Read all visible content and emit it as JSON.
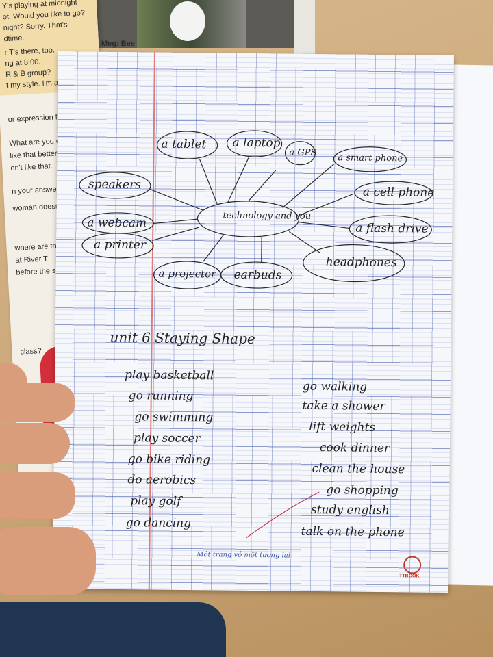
{
  "textbook": {
    "lines": [
      "Y's playing at midnight",
      "ot. Would you like to go?",
      "night? Sorry. That's",
      "dtime.",
      "r T's there, too.",
      "ng at 8:00.",
      "R & B group?",
      "t my style. I'm a"
    ],
    "side_lines": [
      "or expression from",
      "What are you doin",
      "like that better.",
      "on't like that.",
      "n your answer.",
      "woman doesn't lik",
      "where are they go",
      "at River T",
      "before the show",
      "class?"
    ],
    "meg": "Meg: Bee"
  },
  "mindmap": {
    "center": "technology and you",
    "nodes": [
      "a tablet",
      "a laptop",
      "a GPS",
      "a smart phone",
      "a cell phone",
      "a flash drive",
      "headphones",
      "earbuds",
      "a projector",
      "a printer",
      "a webcam",
      "speakers"
    ]
  },
  "unit_title": "unit 6  Staying Shape",
  "activities_left": [
    "play basketball",
    "go running",
    "go swimming",
    "play soccer",
    "go bike riding",
    "do aerobics",
    "play golf",
    "go dancing"
  ],
  "activities_right": [
    "go walking",
    "take a shower",
    "lift weights",
    "cook dinner",
    "clean the house",
    "go shopping",
    "study english",
    "talk on the phone"
  ],
  "footer_text": "Một trang vở một tương lai",
  "logo_text": "TTBOOK",
  "colors": {
    "ink": "#222222",
    "ruling": "#4a5fb0",
    "margin": "#e07a7a",
    "footer": "#4459a8"
  }
}
